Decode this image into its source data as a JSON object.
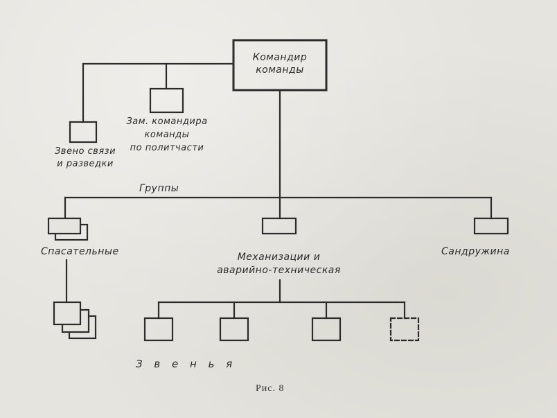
{
  "diagram": {
    "root": {
      "line1": "Командир",
      "line2": "команды"
    },
    "comms": {
      "line1": "Звено связи",
      "line2": "и разведки"
    },
    "deputy": {
      "line1": "Зам. командира",
      "line2": "команды",
      "line3": "по политчасти"
    },
    "groups_label": "Группы",
    "rescue": "Спасательные",
    "mechanization": {
      "line1": "Механизации и",
      "line2": "аварийно-техническая"
    },
    "medical": "Сандружина",
    "units_label": "З в е н ь я"
  },
  "caption": "Рис. 8"
}
